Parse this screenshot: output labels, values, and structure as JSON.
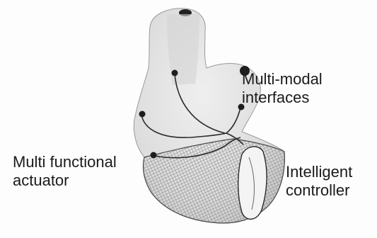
{
  "labels": {
    "interfaces": {
      "line1": "Multi-modal",
      "line2": "interfaces"
    },
    "actuator": {
      "line1": "Multi functional",
      "line2": "actuator"
    },
    "controller": {
      "line1": "Intelligent",
      "line2": "controller"
    }
  },
  "colors": {
    "background": "#fdfdfd",
    "heart_fill": "#e4e4e4",
    "heart_shade": "#c9c9c9",
    "line": "#2b2b2b",
    "text": "#1a1a1a"
  }
}
